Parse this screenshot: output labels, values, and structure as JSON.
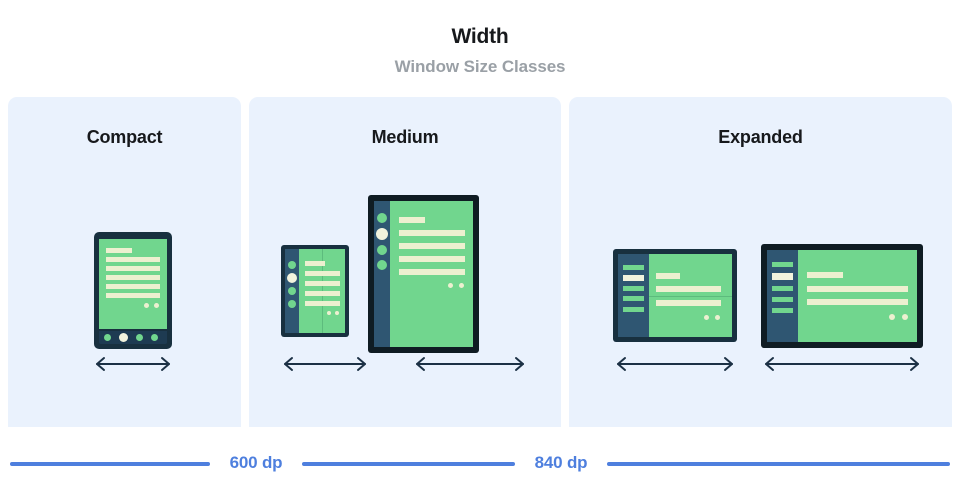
{
  "header": {
    "title": "Width",
    "subtitle": "Window Size Classes"
  },
  "panels": [
    {
      "id": "compact",
      "label": "Compact"
    },
    {
      "id": "medium",
      "label": "Medium"
    },
    {
      "id": "expanded",
      "label": "Expanded"
    }
  ],
  "ruler": {
    "breakpoints": [
      {
        "label": "600 dp"
      },
      {
        "label": "840 dp"
      }
    ]
  },
  "colors": {
    "panel_background": "#EAF2FD",
    "page_background": "#FFFFFF",
    "screen_green": "#71D68E",
    "content_cream": "#EDF0D0",
    "device_frame_navy": "#18303F",
    "device_frame_black": "#0F1C23",
    "nav_rail_slate": "#2F5672",
    "top_bar_blue": "#5E86A8",
    "ruler_blue": "#4E7FDE",
    "title_text": "#17191C",
    "subtitle_text": "#9AA0A6",
    "arrow_stroke": "#1C3145"
  },
  "devices": {
    "phone_compact": {
      "name": "phone",
      "orientation": "portrait",
      "content_lines": 6,
      "bottom_nav_circles": 4,
      "bottom_nav_active_index": 1,
      "content_dots": 2
    },
    "foldable_medium": {
      "name": "foldable-open-portrait",
      "orientation": "portrait",
      "nav_rail_circles": 4,
      "nav_rail_active_index": 1,
      "content_lines": 5,
      "content_dots": 2,
      "fold_line": "vertical"
    },
    "tablet_medium": {
      "name": "tablet",
      "orientation": "portrait",
      "nav_rail_circles": 4,
      "nav_rail_active_index": 1,
      "content_lines": 5,
      "content_dots": 2
    },
    "foldable_expanded": {
      "name": "foldable-open-landscape",
      "orientation": "landscape",
      "nav_rail_bars": 5,
      "nav_rail_active_index": 1,
      "content_lines": 3,
      "content_dots": 2,
      "fold_line": "horizontal",
      "has_top_bar": true
    },
    "tablet_expanded": {
      "name": "tablet",
      "orientation": "landscape",
      "nav_rail_bars": 5,
      "nav_rail_active_index": 1,
      "content_lines": 3,
      "content_dots": 2,
      "has_top_bar": true
    }
  }
}
